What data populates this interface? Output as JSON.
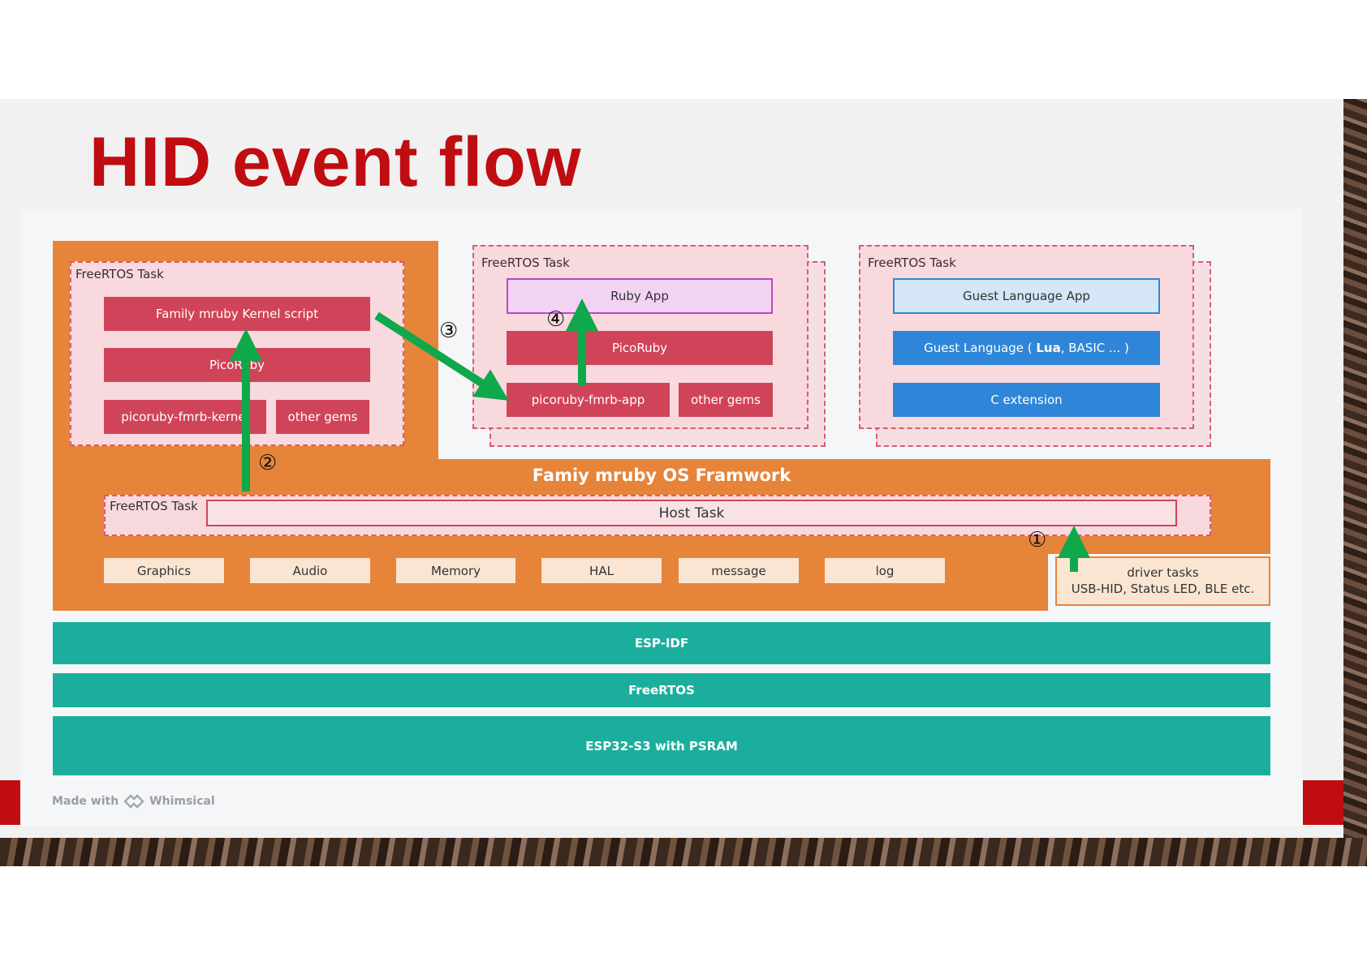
{
  "title": "HID event flow",
  "kernel_task": {
    "label": "FreeRTOS Task",
    "items": [
      "Family mruby Kernel script",
      "PicoRuby",
      "picoruby-fmrb-kernel",
      "other gems"
    ]
  },
  "app_task": {
    "label": "FreeRTOS Task",
    "items": [
      "Ruby App",
      "PicoRuby",
      "picoruby-fmrb-app",
      "other gems"
    ]
  },
  "guest_task": {
    "label": "FreeRTOS Task",
    "items": [
      "Guest Language App",
      "Guest Language ( ",
      "Lua",
      ", BASIC ... )",
      "C extension"
    ]
  },
  "framework": {
    "title": "Famiy mruby OS Framwork",
    "host_task_label": "FreeRTOS Task",
    "host_task": "Host Task",
    "services": [
      "Graphics",
      "Audio",
      "Memory",
      "HAL",
      "message",
      "log"
    ]
  },
  "driver_tasks": {
    "line1": "driver tasks",
    "line2": "USB-HID, Status LED, BLE etc."
  },
  "layers": [
    "ESP-IDF",
    "FreeRTOS",
    "ESP32-S3 with PSRAM"
  ],
  "steps": [
    "①",
    "②",
    "③",
    "④"
  ],
  "footer": {
    "made_with": "Made with",
    "brand": "Whimsical"
  },
  "colors": {
    "title": "#bf0d12",
    "orange": "#e6843a",
    "red": "#d04459",
    "blue": "#2f86d8",
    "teal": "#1cae9d",
    "arrow": "#0fa84a"
  }
}
